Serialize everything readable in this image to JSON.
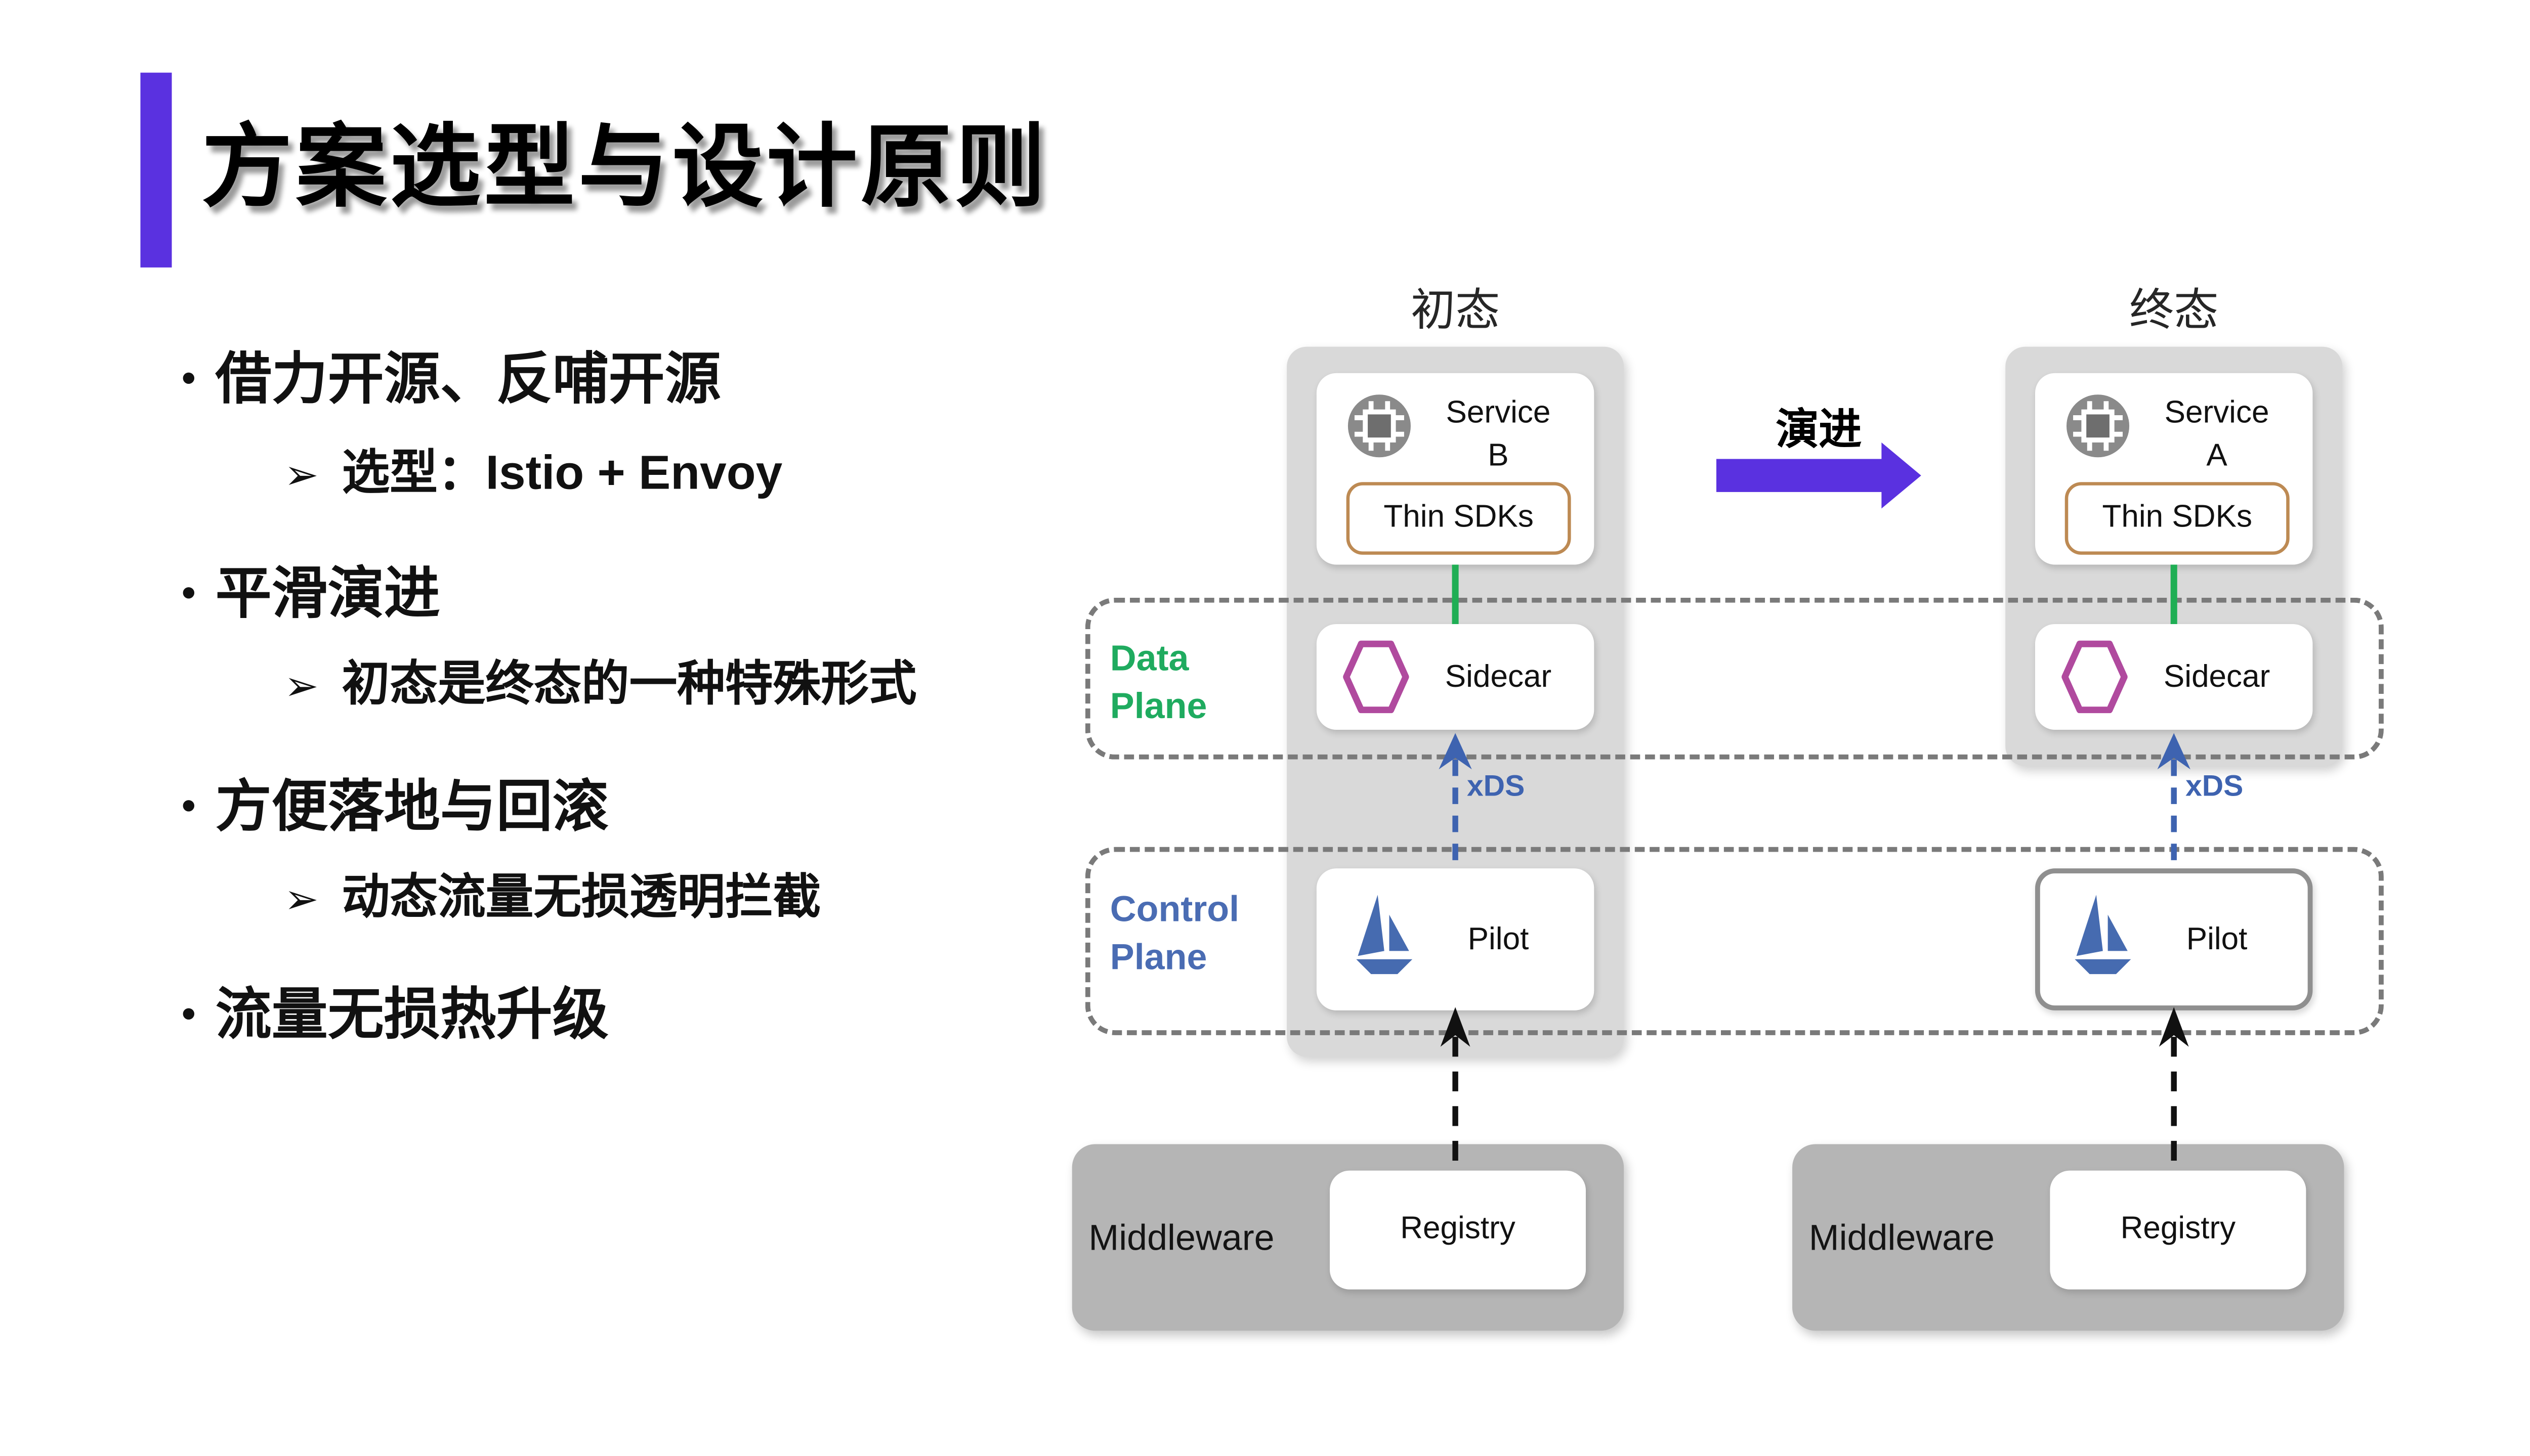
{
  "slide": {
    "title": "方案选型与设计原则",
    "bullets": [
      {
        "marker": "•",
        "text": "借力开源、反哺开源"
      },
      {
        "marker": "➢",
        "text": "选型：Istio + Envoy"
      },
      {
        "marker": "•",
        "text": "平滑演进"
      },
      {
        "marker": "➢",
        "text": "初态是终态的一种特殊形式"
      },
      {
        "marker": "•",
        "text": "方便落地与回滚"
      },
      {
        "marker": "➢",
        "text": "动态流量无损透明拦截"
      },
      {
        "marker": "•",
        "text": "流量无损热升级"
      }
    ]
  },
  "diagram": {
    "evolution_label": "演进",
    "zones": {
      "data_plane": {
        "line1": "Data",
        "line2": "Plane"
      },
      "control_plane": {
        "line1": "Control",
        "line2": "Plane"
      }
    },
    "initial": {
      "state_label": "初态",
      "service_line1": "Service",
      "service_line2": "B",
      "sdk_label": "Thin SDKs",
      "sidecar_label": "Sidecar",
      "xds_label": "xDS",
      "pilot_label": "Pilot",
      "middleware_label": "Middleware",
      "registry_label": "Registry"
    },
    "final": {
      "state_label": "终态",
      "service_line1": "Service",
      "service_line2": "A",
      "sdk_label": "Thin SDKs",
      "sidecar_label": "Sidecar",
      "xds_label": "xDS",
      "pilot_label": "Pilot",
      "middleware_label": "Middleware",
      "registry_label": "Registry"
    },
    "colors": {
      "accent_purple": "#5a31e0",
      "data_plane_green": "#1fab5f",
      "control_plane_blue": "#4a6cb3",
      "xds_blue": "#3e63b0",
      "sidecar_magenta": "#b04a9e",
      "sdk_border_tan": "#bd8a53",
      "istio_blue": "#466bb0",
      "connector_green": "#1fae54",
      "column_gray": "#d9d9d9",
      "middleware_gray": "#b5b5b5"
    }
  }
}
